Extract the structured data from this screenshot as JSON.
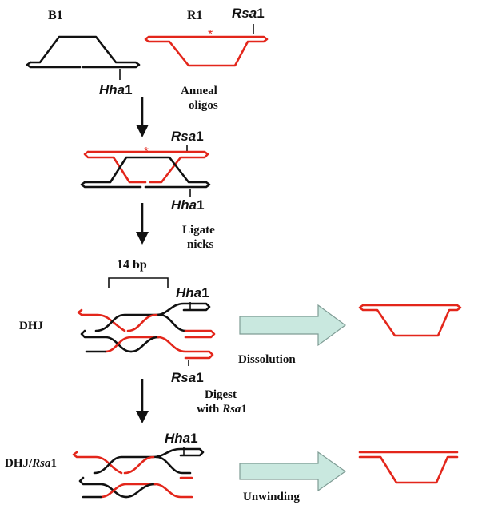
{
  "labels": {
    "b1": "B1",
    "r1": "R1",
    "anneal_line1": "Anneal",
    "anneal_line2": "oligos",
    "ligate_line1": "Ligate",
    "ligate_line2": "nicks",
    "bp": "14 bp",
    "dhj": "DHJ",
    "dissolution": "Dissolution",
    "digest_line1": "Digest",
    "digest_line2": "with",
    "digest_enzyme": "Rsa",
    "digest_enzyme_num": "1",
    "dhj_rsa_prefix": "DHJ/",
    "dhj_rsa_enzyme": "Rsa",
    "dhj_rsa_num": "1",
    "unwinding": "Unwinding",
    "star": "*"
  },
  "enzymes": {
    "rsa_name": "Rsa",
    "rsa_num": "1",
    "hha_name": "Hha",
    "hha_num": "1"
  },
  "colors": {
    "black_strand": "#111111",
    "red_strand": "#e3261b",
    "arrow_fill": "#c9e8df"
  }
}
